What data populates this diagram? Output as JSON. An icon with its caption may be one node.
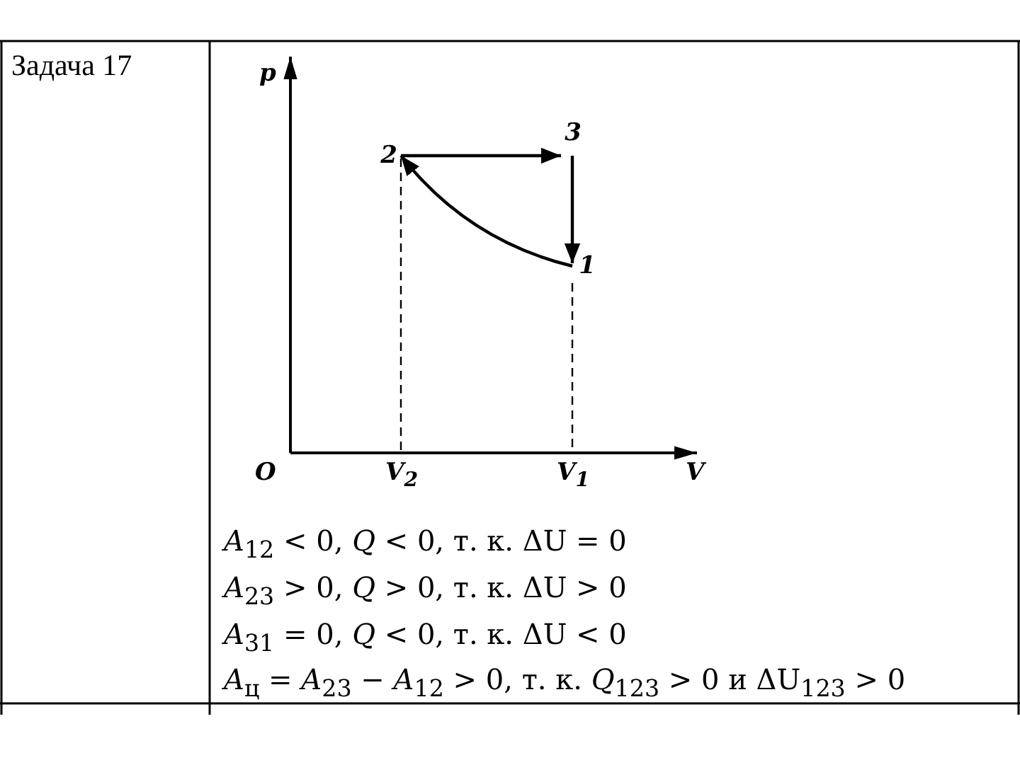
{
  "diagram": {
    "nodes": [
      {
        "text": [
          "2"
        ]
      },
      {
        "text": [
          "3"
        ]
      },
      {
        "text": [
          "1"
        ]
      }
    ],
    "edges": [
      {
        "from": 0,
        "to": 1,
        "arrow": "to"
      },
      {
        "from": 1,
        "to": 2,
        "arrow": "to"
      },
      {
        "from": 2,
        "to": 0,
        "arrow": "to"
      }
    ],
    "labels": [
      "Задача 17",
      "p",
      "O",
      "V$_{2}$",
      "V$_{1}$",
      "V",
      "*A*$_{12}$ < 0, *Q* < 0, т. к. ΔU = 0",
      "*A*$_{23}$ > 0, *Q* > 0, т. к. ΔU > 0",
      "*A*$_{31}$ = 0, *Q* < 0, т. к. ΔU < 0",
      "*A*$_{ц}$ = *A*$_{23}$ − *A*$_{12}$ > 0, т. к. *Q*$_{123}$ > 0 и ΔU$_{123}$ > 0"
    ]
  }
}
